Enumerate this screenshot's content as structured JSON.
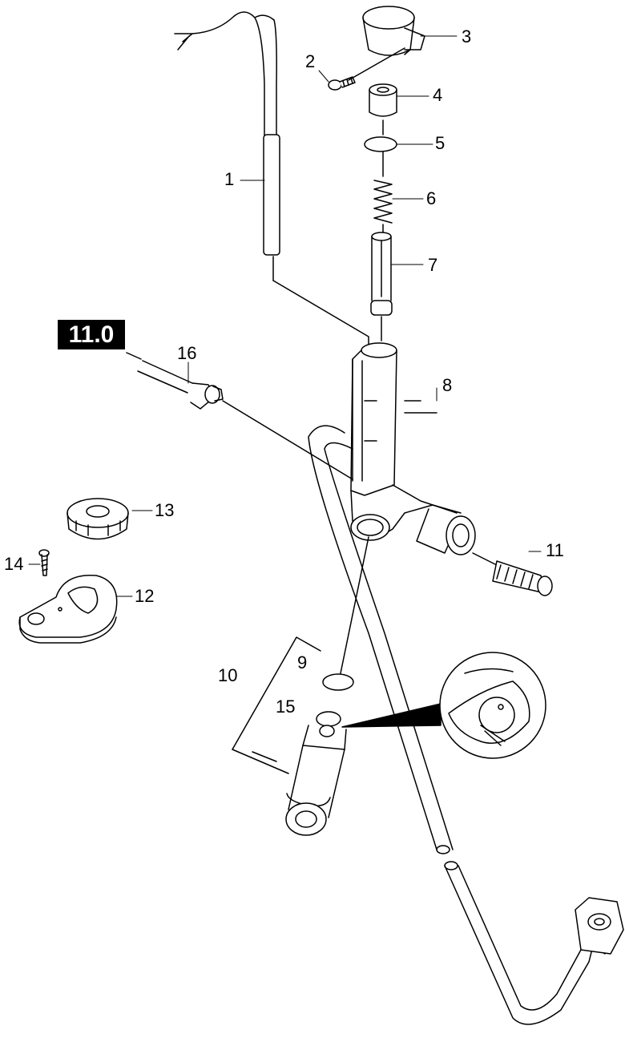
{
  "section_badge": "11.0",
  "callouts": {
    "p1": "1",
    "p2": "2",
    "p3": "3",
    "p4": "4",
    "p5": "5",
    "p6": "6",
    "p7": "7",
    "p8": "8",
    "p9": "9",
    "p10": "10",
    "p11": "11",
    "p12": "12",
    "p13": "13",
    "p14": "14",
    "p15": "15",
    "p16": "16"
  }
}
